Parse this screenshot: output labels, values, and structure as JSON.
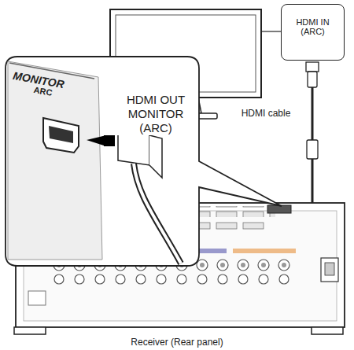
{
  "diagram": {
    "caption": "Receiver (Rear panel)",
    "nodes": [
      {
        "text": [
          "HDMI IN (ARC)"
        ]
      }
    ],
    "labels": [
      "HDMI cable",
      "HDMI OUT MONITOR (ARC)",
      "MONITOR",
      "ARC"
    ]
  }
}
